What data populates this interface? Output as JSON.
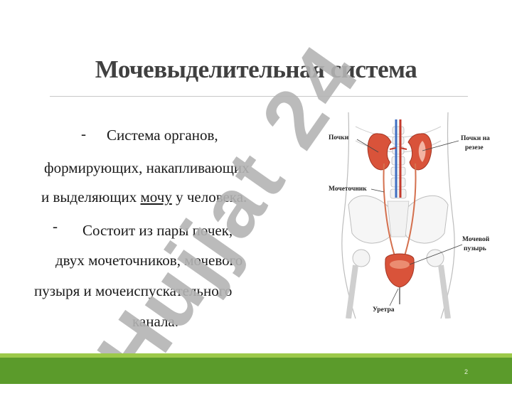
{
  "slide": {
    "title": "Мочевыделительная система",
    "bullet_marker": "-",
    "paragraph1": {
      "line1": "Система органов,",
      "line2": "формирующих, накапливающих",
      "line3_before": "и выделяющих ",
      "line3_underlined": "мочу",
      "line3_after": " у человека."
    },
    "paragraph2": {
      "line1": "Состоит из пары почек,",
      "line2": "двух мочеточников, мочевого",
      "line3": "пузыря и мочеиспускательного",
      "line4": "канала."
    },
    "page_number": "2"
  },
  "figure": {
    "labels": {
      "kidneys": "Почки",
      "kidneys_section_1": "Почки на",
      "kidneys_section_2": "резезе",
      "ureter": "Мочеточник",
      "bladder_1": "Мочевой",
      "bladder_2": "пузырь",
      "urethra": "Уретра"
    }
  },
  "watermark": {
    "text": "Hujjat 24"
  },
  "colors": {
    "footer_green": "#5b9b2b",
    "footer_light": "#9cc94a",
    "organ_red": "#d9533a"
  }
}
